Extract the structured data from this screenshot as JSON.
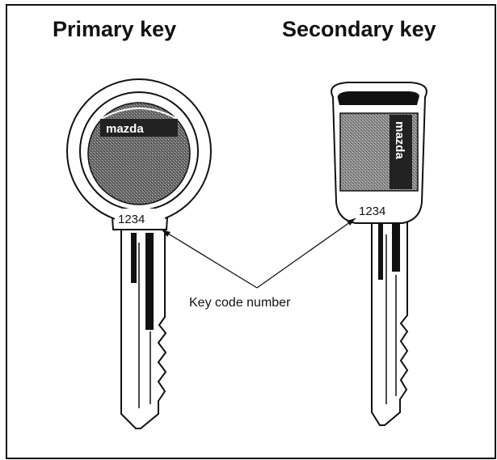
{
  "primary_key": {
    "title": "Primary key",
    "code": "1234",
    "logo": "mazda"
  },
  "secondary_key": {
    "title": "Secondary key",
    "code": "1234",
    "logo": "mazda"
  },
  "callout": {
    "label": "Key code number"
  }
}
